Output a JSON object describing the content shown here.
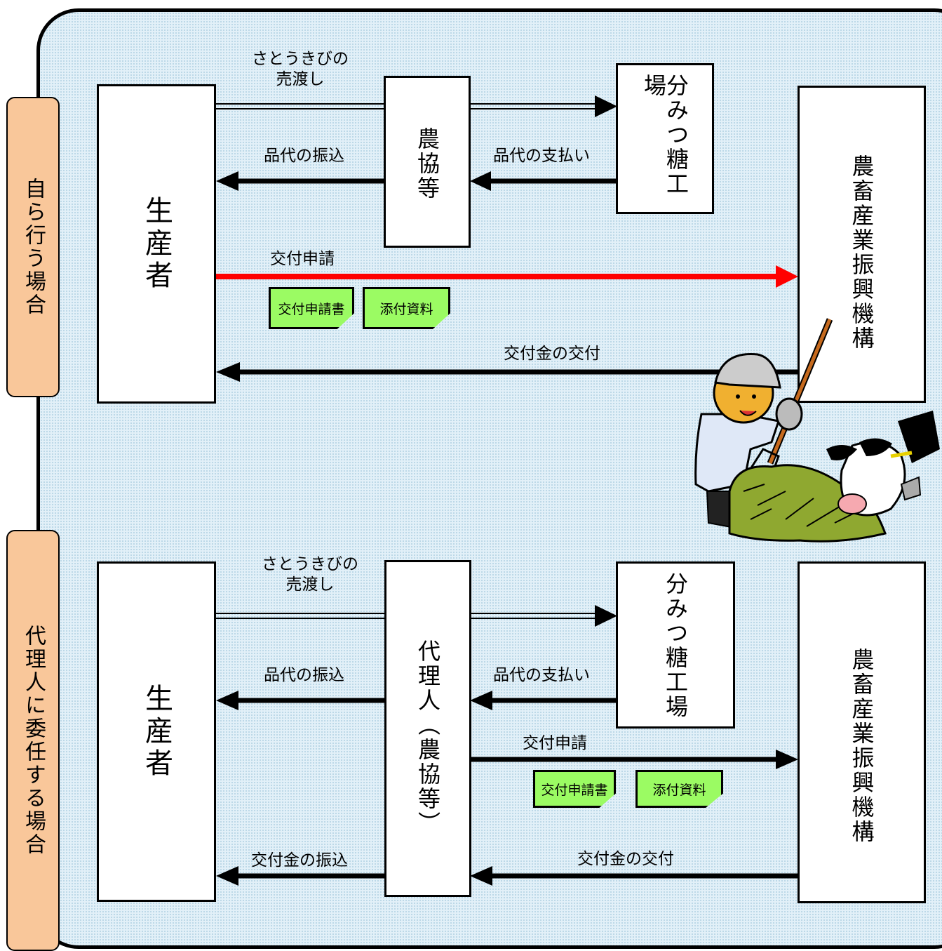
{
  "diagram": {
    "self": {
      "tab": "自ら行う場合",
      "producer": "生産者",
      "coop": "農協等",
      "factory": "分みつ糖工場",
      "agency": "農畜産業振興機構",
      "sugarcane_sale": "さとうきびの\n売渡し",
      "payment_transfer": "品代の振込",
      "payment": "品代の支払い",
      "application": "交付申請",
      "doc_application": "交付申請書",
      "doc_attachment": "添付資料",
      "grant_issue": "交付金の交付"
    },
    "delegate": {
      "tab": "代理人に委任する場合",
      "producer": "生産者",
      "agent": "代理人（農協等）",
      "factory": "分みつ糖工場",
      "agency": "農畜産業振興機構",
      "sugarcane_sale": "さとうきびの\n売渡し",
      "payment_transfer": "品代の振込",
      "payment": "品代の支払い",
      "application": "交付申請",
      "doc_application": "交付申請書",
      "doc_attachment": "添付資料",
      "grant_transfer": "交付金の振込",
      "grant_issue": "交付金の交付"
    },
    "colors": {
      "highlight_arrow": "#ff0000",
      "document_fill": "#9bfb63",
      "tab_fill": "#f9c79a",
      "panel_fill": "#e2f0f8"
    },
    "illustration": "farmer-with-cow-icon"
  }
}
